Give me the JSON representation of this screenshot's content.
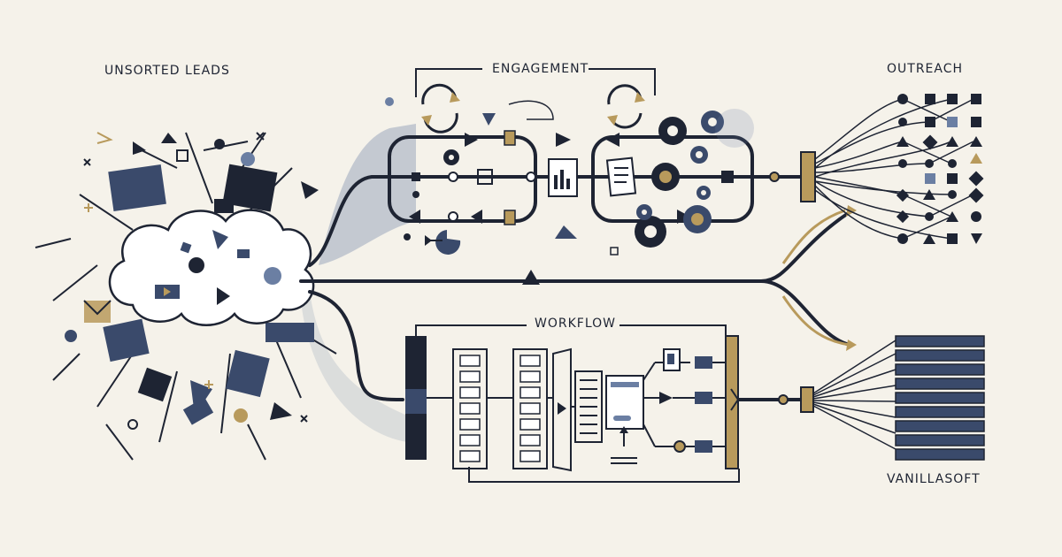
{
  "labels": {
    "unsorted": "UNSORTED LEADS",
    "engagement": "ENGAGEMENT",
    "outreach": "OUTREACH",
    "workflow": "WORKFLOW",
    "vendor": "VANILLASOFT"
  },
  "colors": {
    "background": "#f5f2ea",
    "navy": "#1e2433",
    "slate": "#3a4a6b",
    "slate_light": "#6b7fa3",
    "gold": "#b89a5c",
    "cloud": "#ffffff"
  },
  "icons": [
    "cycle-icon",
    "gear-icon",
    "document-icon",
    "mail-icon",
    "lightbulb-icon",
    "funnel-icon",
    "chart-icon"
  ]
}
